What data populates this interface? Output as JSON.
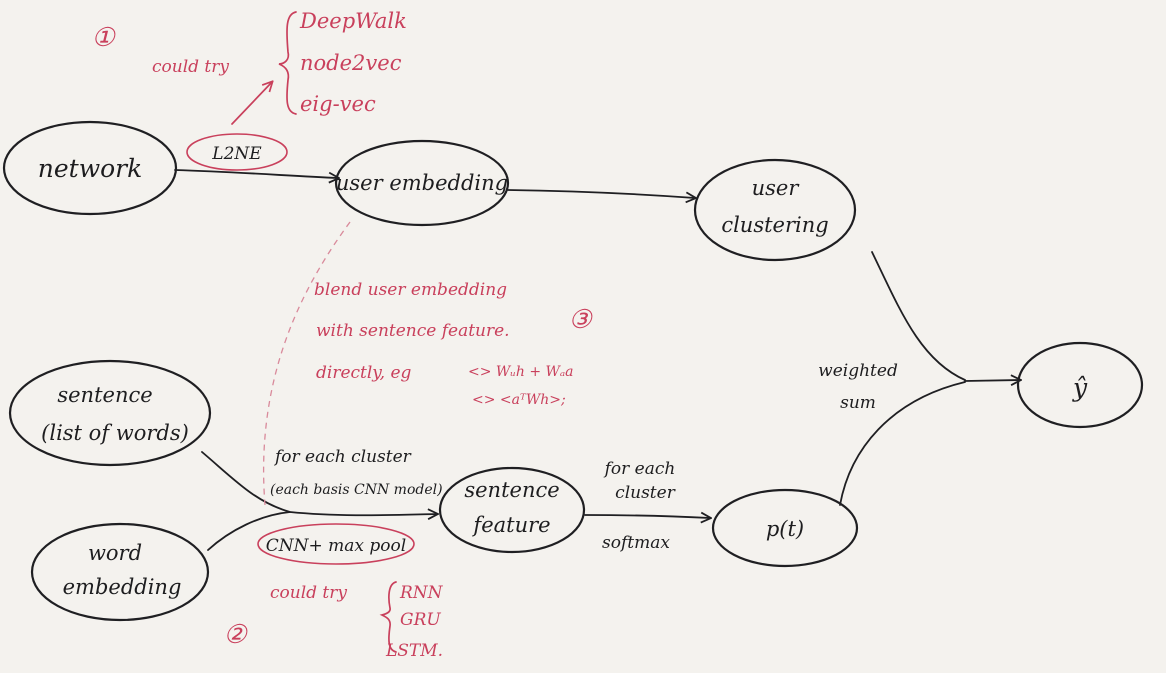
{
  "nodes": {
    "network": "network",
    "user_embedding": "user embedding",
    "user_clustering": [
      "user",
      "clustering"
    ],
    "y_hat": "ŷ",
    "sentence": [
      "sentence",
      "(list of words)"
    ],
    "sentence_feature": [
      "sentence",
      "feature"
    ],
    "word_embedding": [
      "word",
      "embedding"
    ],
    "p_t": "p(t)"
  },
  "edge_labels": {
    "l2ne": "L2NE",
    "cnn_max_pool": "CNN+ max pool",
    "for_each_cluster_top": "for each cluster",
    "each_basis_cnn": "(each basis CNN model)",
    "for_each_cluster_right": [
      "for each",
      "cluster"
    ],
    "softmax": "softmax",
    "weighted_sum": [
      "weighted",
      "sum"
    ]
  },
  "annotations": {
    "step1": "①",
    "step2": "②",
    "step3": "③",
    "could_try_top": "could try",
    "embedding_options": [
      "DeepWalk",
      "node2vec",
      "eig-vec"
    ],
    "could_try_bottom": "could try",
    "model_options": [
      "RNN",
      "GRU",
      "LSTM."
    ],
    "blend_note": [
      "blend user embedding",
      "with sentence feature.",
      "directly, eg"
    ],
    "formula1": "<> Wᵤh + Wₐa",
    "formula2": "<> <aᵀWh>;"
  }
}
